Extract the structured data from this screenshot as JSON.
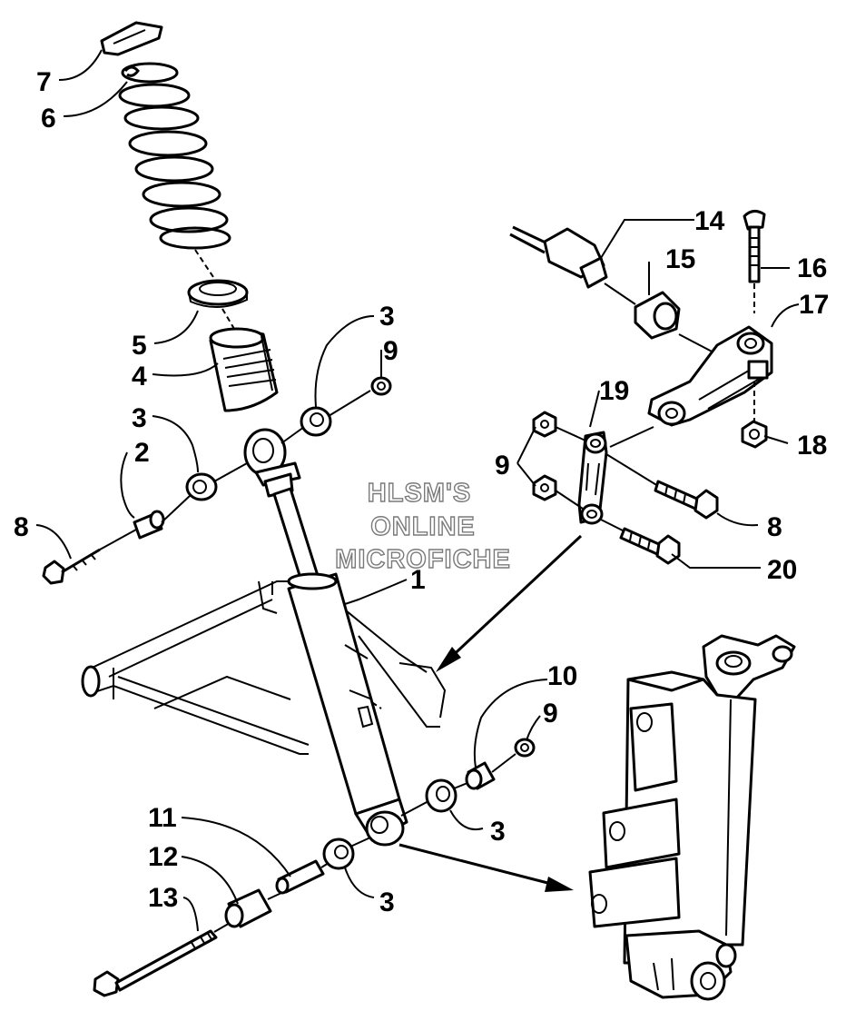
{
  "watermark": {
    "line1": "HLSM'S",
    "line2": "ONLINE",
    "line3": "MICROFICHE"
  },
  "callouts": {
    "c7": "7",
    "c6": "6",
    "c5": "5",
    "c4": "4",
    "c3a": "3",
    "c9a": "9",
    "c3b": "3",
    "c2": "2",
    "c8a": "8",
    "c1": "1",
    "c14": "14",
    "c15": "15",
    "c16": "16",
    "c17": "17",
    "c18": "18",
    "c19": "19",
    "c9b": "9",
    "c8b": "8",
    "c20": "20",
    "c10": "10",
    "c9c": "9",
    "c3c": "3",
    "c3d": "3",
    "c11": "11",
    "c12": "12",
    "c13": "13"
  }
}
